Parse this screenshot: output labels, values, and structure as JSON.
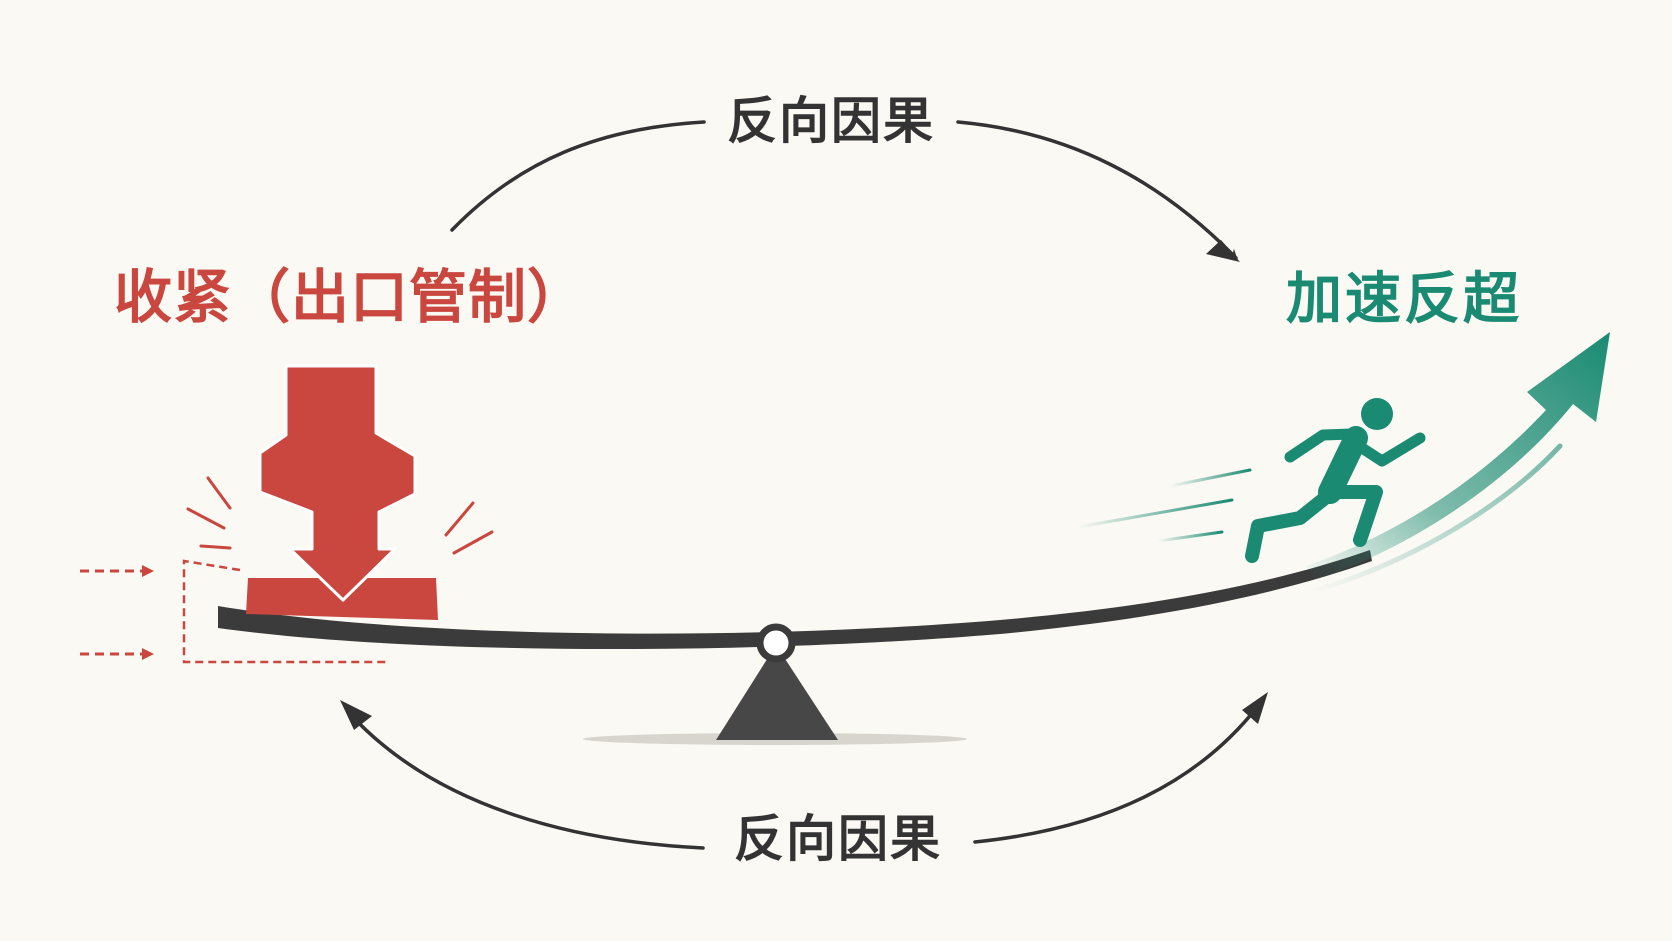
{
  "colors": {
    "background": "#fbf9f4",
    "ink": "#333333",
    "red": "#c9473f",
    "green": "#1a8a72",
    "beam": "#3b3b3b"
  },
  "icons": {
    "left": "down-arrow-press-icon",
    "right": "running-person-icon",
    "growth": "rising-arrow-icon"
  },
  "labels": {
    "top": "反向因果",
    "bottom": "反向因果",
    "left": "收紧（出口管制）",
    "right": "加速反超"
  }
}
